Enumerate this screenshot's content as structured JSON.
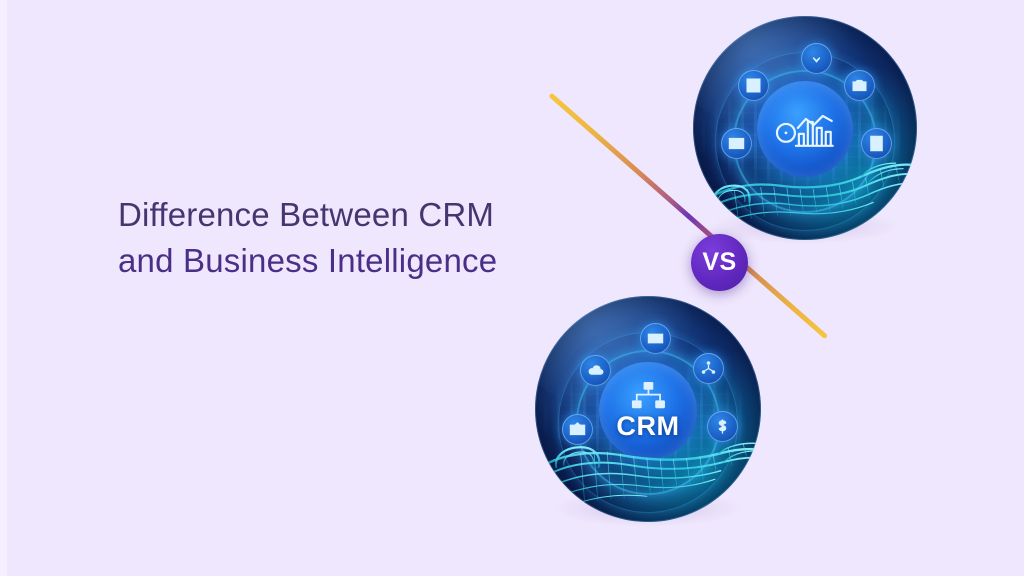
{
  "theme": {
    "background": "#efe7fd",
    "title_color": "#46356f",
    "accent_purple": "#6128bf",
    "accent_gold": "#f4c73f",
    "orb_blue_deep": "#0c1f52",
    "orb_blue_core": "#1e72e8",
    "hand_cyan": "#3fe0e0"
  },
  "headline": {
    "line1": "Difference Between CRM",
    "line2": "and Business Intelligence"
  },
  "versus": {
    "label": "VS"
  },
  "diagonal": {
    "name": "diagonal-gradient-divider"
  },
  "panels": [
    {
      "id": "business-intelligence",
      "core_label": "",
      "core_icon": "bar-chart-icon",
      "satellites": [
        {
          "icon": "layout-grid-icon",
          "position": "upper-left"
        },
        {
          "icon": "download-arrow-icon",
          "position": "top"
        },
        {
          "icon": "camera-icon",
          "position": "upper-right"
        },
        {
          "icon": "mail-icon",
          "position": "left"
        },
        {
          "icon": "calculator-icon",
          "position": "right"
        }
      ],
      "hand_icon": "wireframe-open-hand"
    },
    {
      "id": "crm",
      "core_label": "CRM",
      "core_icon": "org-chart-icon",
      "satellites": [
        {
          "icon": "cloud-icon",
          "position": "upper-left"
        },
        {
          "icon": "cash-icon",
          "position": "top"
        },
        {
          "icon": "share-network-icon",
          "position": "upper-right"
        },
        {
          "icon": "mail-envelope-icon",
          "position": "left"
        },
        {
          "icon": "dollar-icon",
          "position": "right"
        }
      ],
      "hand_icon": "wireframe-open-hand"
    }
  ]
}
